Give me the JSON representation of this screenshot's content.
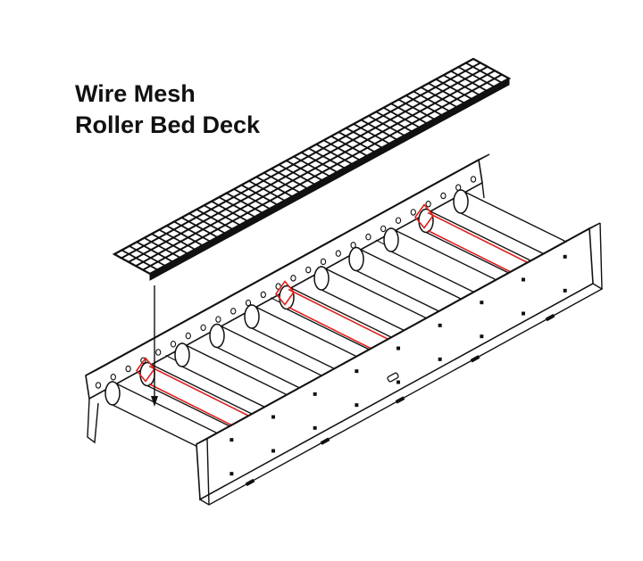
{
  "title": {
    "line1": "Wire Mesh",
    "line2": "Roller Bed Deck"
  },
  "colors": {
    "ink": "#111111",
    "highlight": "#e0201c",
    "background": "#ffffff"
  },
  "components": {
    "roller_count": 11,
    "highlighted_roller_positions": [
      1,
      5,
      9
    ]
  }
}
